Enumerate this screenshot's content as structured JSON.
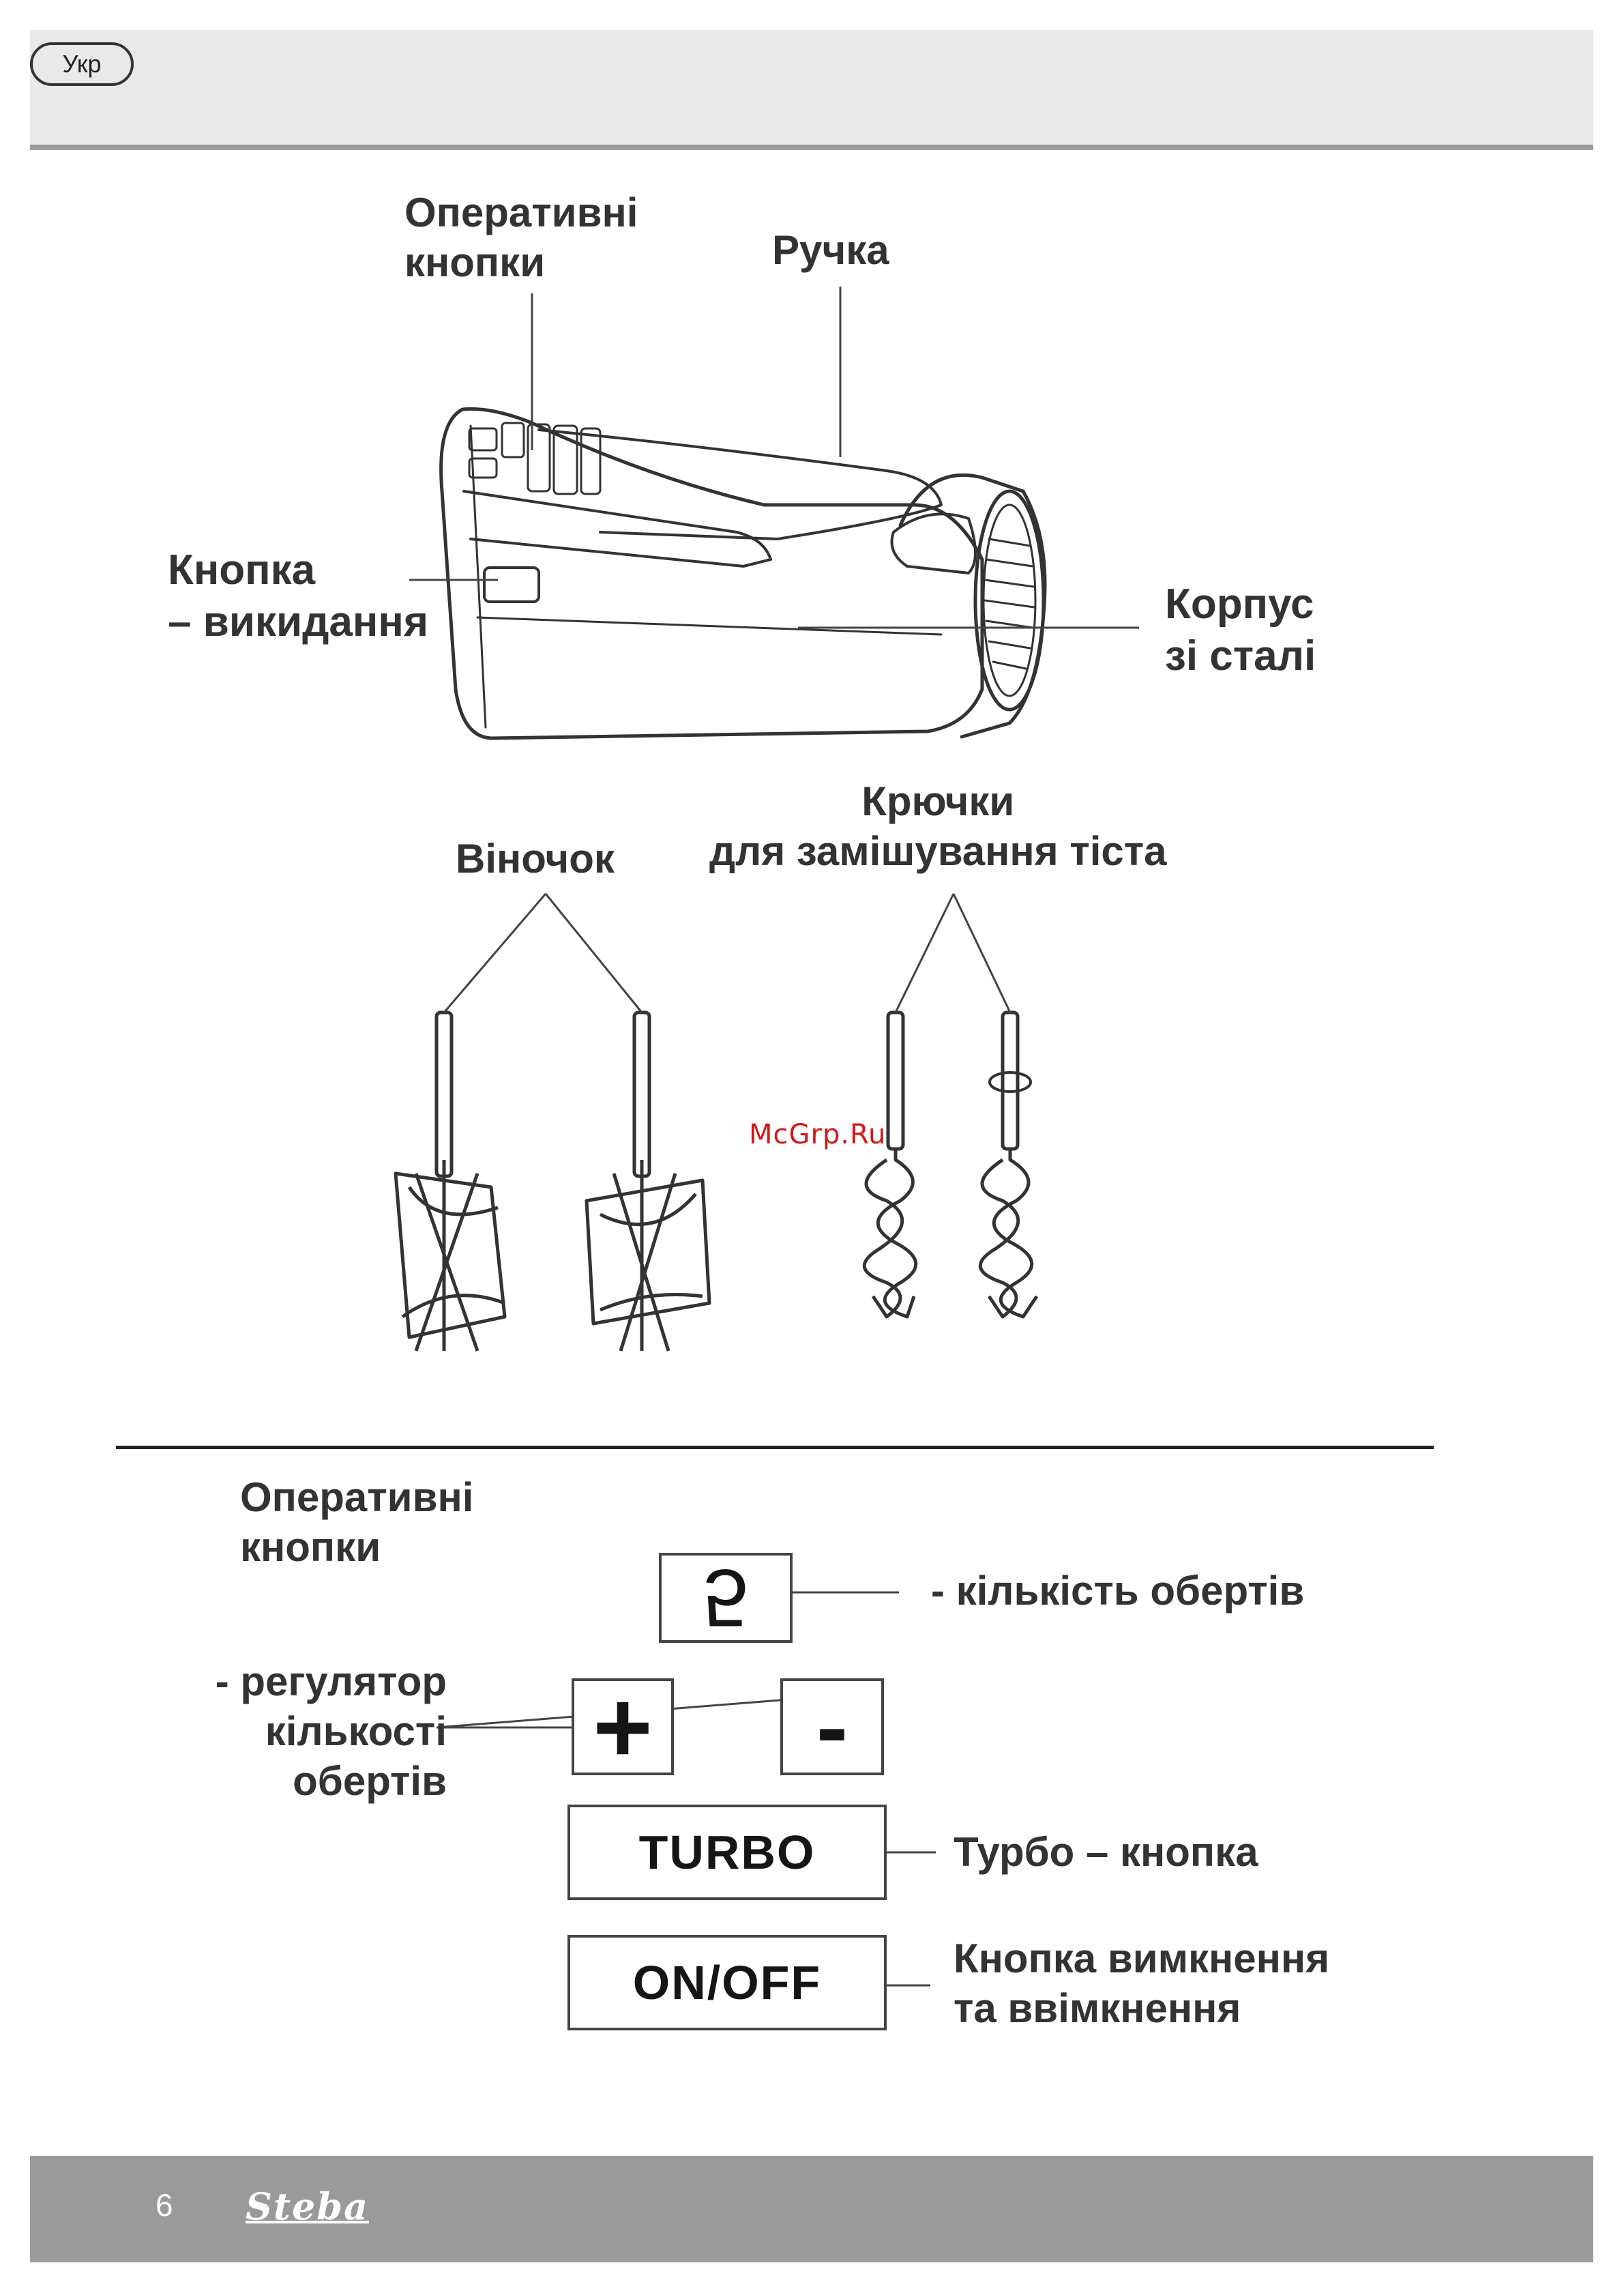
{
  "header": {
    "lang_badge": "Укр"
  },
  "labels": {
    "operational_buttons": [
      "Оперативні",
      "кнопки"
    ],
    "handle": "Ручка",
    "eject_button": [
      "Кнопка",
      "– викидання"
    ],
    "steel_housing": [
      "Корпус",
      "зі сталі"
    ],
    "whisk": "Віночок",
    "dough_hooks": [
      "Крючки",
      "для замішування тіста"
    ]
  },
  "watermark": "McGrp.Ru",
  "controls": {
    "title": [
      "Оперативні",
      "кнопки"
    ],
    "speed_display": {
      "value": "5",
      "desc": "- кількість обертів"
    },
    "speed_regulator": {
      "plus": "+",
      "minus": "-",
      "desc": [
        "- регулятор",
        "кількості",
        "обертів"
      ]
    },
    "turbo": {
      "label": "TURBO",
      "desc": "Турбо – кнопка"
    },
    "onoff": {
      "label": "ON/OFF",
      "desc": [
        "Кнопка вимкнення",
        "та ввімкнення"
      ]
    }
  },
  "footer": {
    "page_number": "6",
    "brand": "Steba"
  },
  "colors": {
    "header_band": "#e9e9e9",
    "footer_band": "#9a9a9a",
    "watermark": "#d01818"
  }
}
